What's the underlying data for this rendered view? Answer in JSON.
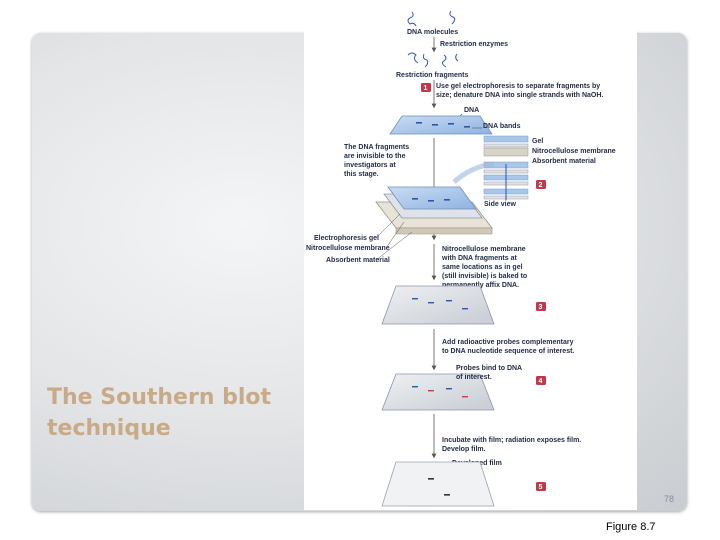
{
  "slide": {
    "title": "The Southern blot technique",
    "page_number": "78",
    "caption": "Figure 8.7"
  },
  "figure": {
    "dna_molecules": "DNA molecules",
    "restriction_enzymes": "Restriction enzymes",
    "restriction_fragments": "Restriction fragments",
    "step1_line1": "Use gel electrophoresis to separate fragments by",
    "step1_line2": "size; denature DNA into single strands with NaOH.",
    "dna": "DNA",
    "dna_bands": "DNA bands",
    "gel": "Gel",
    "nitro_label": "Nitrocellulose membrane",
    "absorbent_label": "Absorbent material",
    "invisible_line1": "The DNA fragments",
    "invisible_line2": "are invisible to the",
    "invisible_line3": "investigators at",
    "invisible_line4": "this stage.",
    "side_view": "Side view",
    "electrophoresis_gel": "Electrophoresis gel",
    "nitro_left": "Nitrocellulose membrane",
    "absorbent_left": "Absorbent material",
    "nitro_note_line1": "Nitrocellulose membrane",
    "nitro_note_line2": "with DNA fragments at",
    "nitro_note_line3": "same locations as in gel",
    "nitro_note_line4": "(still invisible) is baked to",
    "nitro_note_line5": "permanently affix DNA.",
    "probe_line1": "Add radioactive probes complementary",
    "probe_line2": "to DNA nucleotide sequence of interest.",
    "bind_line1": "Probes bind to DNA",
    "bind_line2": "of interest.",
    "film_line1": "Incubate with film; radiation exposes film.",
    "film_line2": "Develop film.",
    "developed_film": "Developed film",
    "steps": [
      "1",
      "2",
      "3",
      "4",
      "5"
    ]
  },
  "colors": {
    "title": "#c9aa86",
    "step_badge": "#c0394b",
    "gel": "#a9c7ea",
    "membrane": "#dfe3e9",
    "band": "#2a55b0",
    "probe": "#d43a3a"
  }
}
